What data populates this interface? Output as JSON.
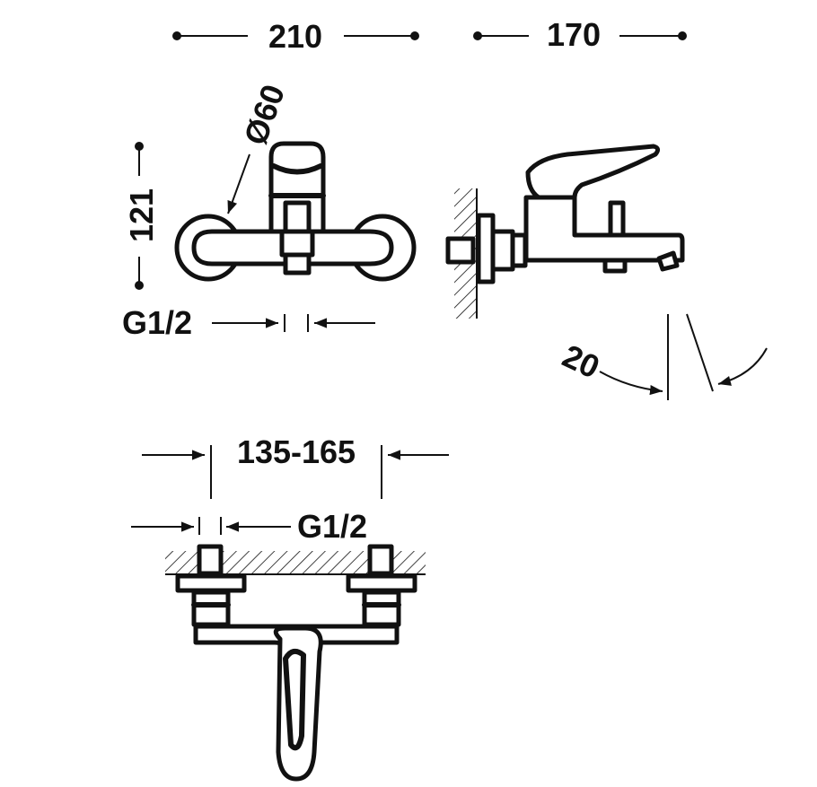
{
  "dimensions": {
    "width_front": "210",
    "depth_side": "170",
    "height_front": "121",
    "diameter_rosette": "Ø60",
    "thread_front": "G1/2",
    "spout_angle": "20",
    "centers_range": "135-165",
    "thread_top": "G1/2"
  }
}
